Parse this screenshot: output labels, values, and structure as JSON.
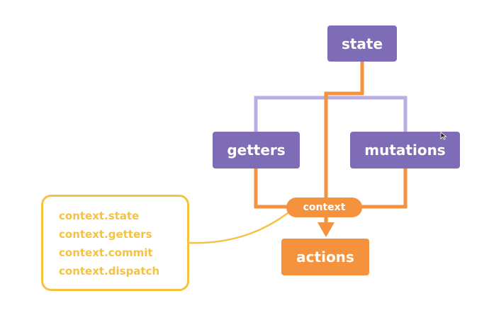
{
  "nodes": {
    "state": "state",
    "getters": "getters",
    "mutations": "mutations",
    "actions": "actions",
    "context": "context"
  },
  "info_box": {
    "lines": [
      "context.state",
      "context.getters",
      "context.commit",
      "context.dispatch"
    ]
  },
  "colors": {
    "purple_node": "#7e6cb7",
    "purple_line": "#b7aee3",
    "orange": "#f5923e",
    "yellow": "#f5c242"
  },
  "icons": [
    "cursor-pointer-icon",
    "arrow-down-icon"
  ]
}
